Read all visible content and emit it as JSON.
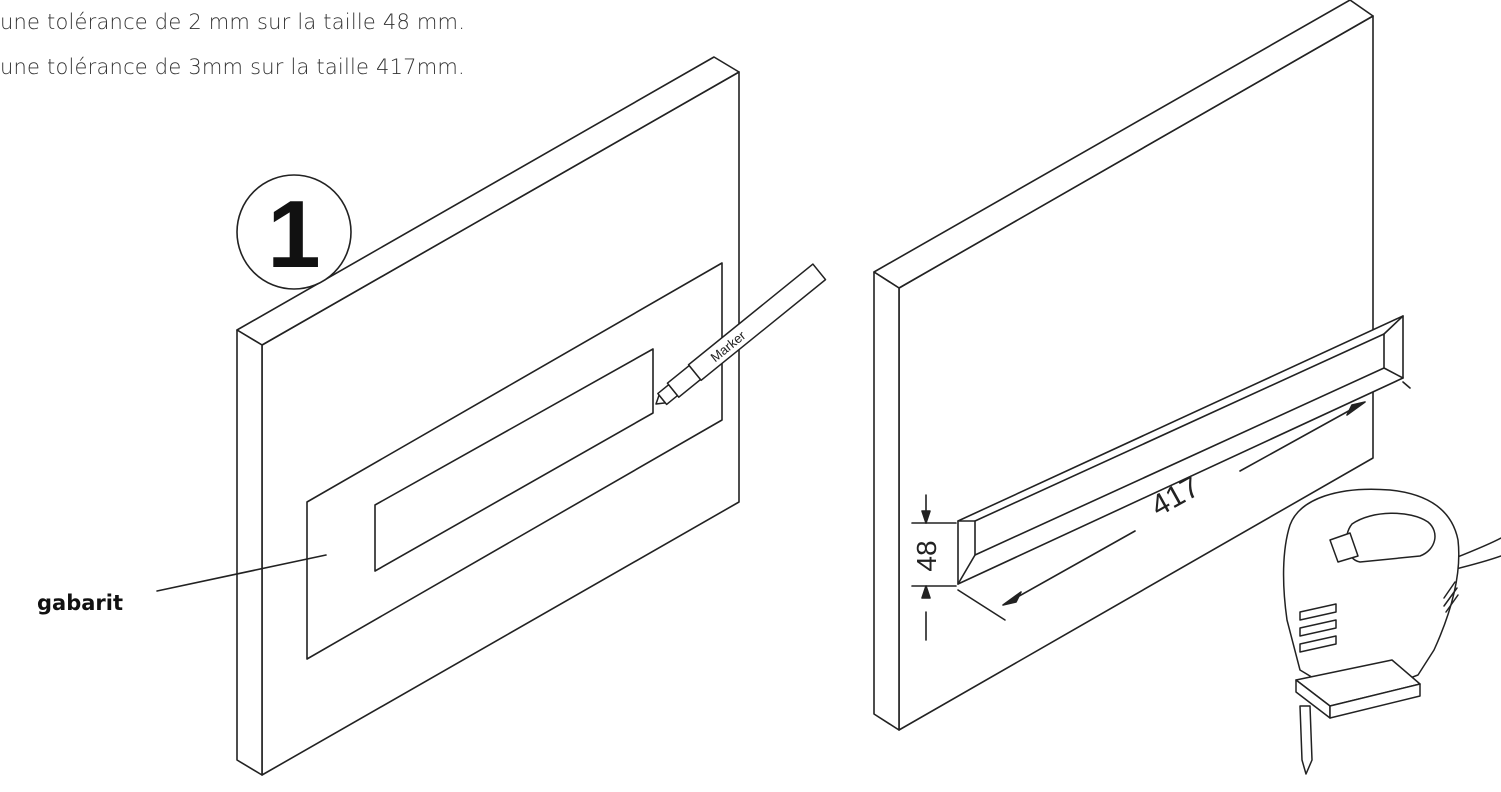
{
  "notes": [
    "une tolérance de 2 mm sur la taille 48 mm.",
    "une tolérance de 3mm sur la taille 417mm."
  ],
  "step_number": "1",
  "labels": {
    "template": "gabarit",
    "marker": "Marker",
    "length_dimension": "417",
    "height_dimension": "48"
  },
  "icons": {
    "marker": "marker-pen-icon",
    "tool": "jigsaw-icon"
  },
  "colors": {
    "line": "#222222",
    "text": "#333333"
  }
}
